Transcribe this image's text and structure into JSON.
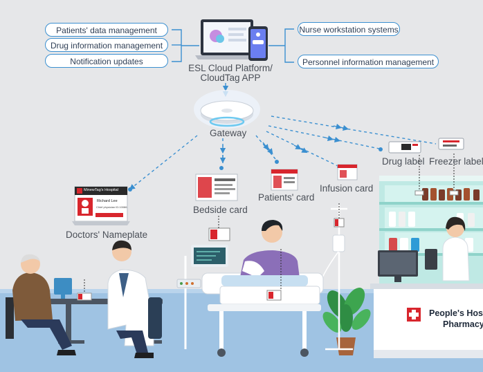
{
  "left_modules": [
    {
      "label": "Patients' data management"
    },
    {
      "label": "Drug information management"
    },
    {
      "label": "Notification updates"
    }
  ],
  "right_modules": [
    {
      "label": "Nurse workstation systems"
    },
    {
      "label": "Personnel information management"
    }
  ],
  "platform": {
    "line1": "ESL Cloud Platform/",
    "line2": "CloudTag APP"
  },
  "gateway": {
    "label": "Gateway"
  },
  "endpoints": {
    "doctors_nameplate": "Doctors' Nameplate",
    "bedside_card": "Bedside card",
    "patients_card": "Patients' card",
    "infusion_card": "Infusion card",
    "drug_label": "Drug label",
    "freezer_label": "Freezer label"
  },
  "nameplate": {
    "hospital": "MinewTag's Hospital",
    "name": "Richard Lee",
    "title": "Chief physician ID:10086"
  },
  "pharmacy": {
    "line1": "People's Hospi",
    "line2": "Pharmacy"
  },
  "colors": {
    "accent": "#3a8fd0",
    "background": "#e6e7e9",
    "red": "#d8262d",
    "teal": "#7fcfc7"
  }
}
